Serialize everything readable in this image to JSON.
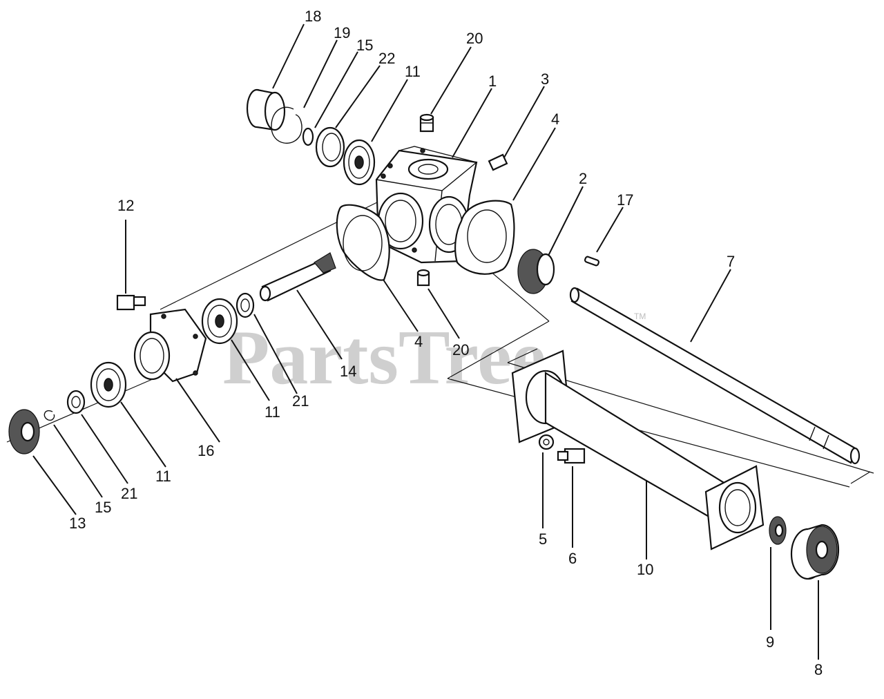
{
  "watermark": {
    "text": "PartsTree",
    "trademark": "TM"
  },
  "callouts": [
    {
      "id": "c18a",
      "label": "18"
    },
    {
      "id": "c19a",
      "label": "19"
    },
    {
      "id": "c15a",
      "label": "15"
    },
    {
      "id": "c22a",
      "label": "22"
    },
    {
      "id": "c11a",
      "label": "11"
    },
    {
      "id": "c20a",
      "label": "20"
    },
    {
      "id": "c1",
      "label": "1"
    },
    {
      "id": "c3",
      "label": "3"
    },
    {
      "id": "c4a",
      "label": "4"
    },
    {
      "id": "c2",
      "label": "2"
    },
    {
      "id": "c17",
      "label": "17"
    },
    {
      "id": "c7",
      "label": "7"
    },
    {
      "id": "c12",
      "label": "12"
    },
    {
      "id": "c4b",
      "label": "4"
    },
    {
      "id": "c20b",
      "label": "20"
    },
    {
      "id": "c14",
      "label": "14"
    },
    {
      "id": "c21a",
      "label": "21"
    },
    {
      "id": "c11b",
      "label": "11"
    },
    {
      "id": "c16",
      "label": "16"
    },
    {
      "id": "c11c",
      "label": "11"
    },
    {
      "id": "c21b",
      "label": "21"
    },
    {
      "id": "c15b",
      "label": "15"
    },
    {
      "id": "c13",
      "label": "13"
    },
    {
      "id": "c5",
      "label": "5"
    },
    {
      "id": "c6",
      "label": "6"
    },
    {
      "id": "c10",
      "label": "10"
    },
    {
      "id": "c9",
      "label": "9"
    },
    {
      "id": "c8",
      "label": "8"
    }
  ]
}
